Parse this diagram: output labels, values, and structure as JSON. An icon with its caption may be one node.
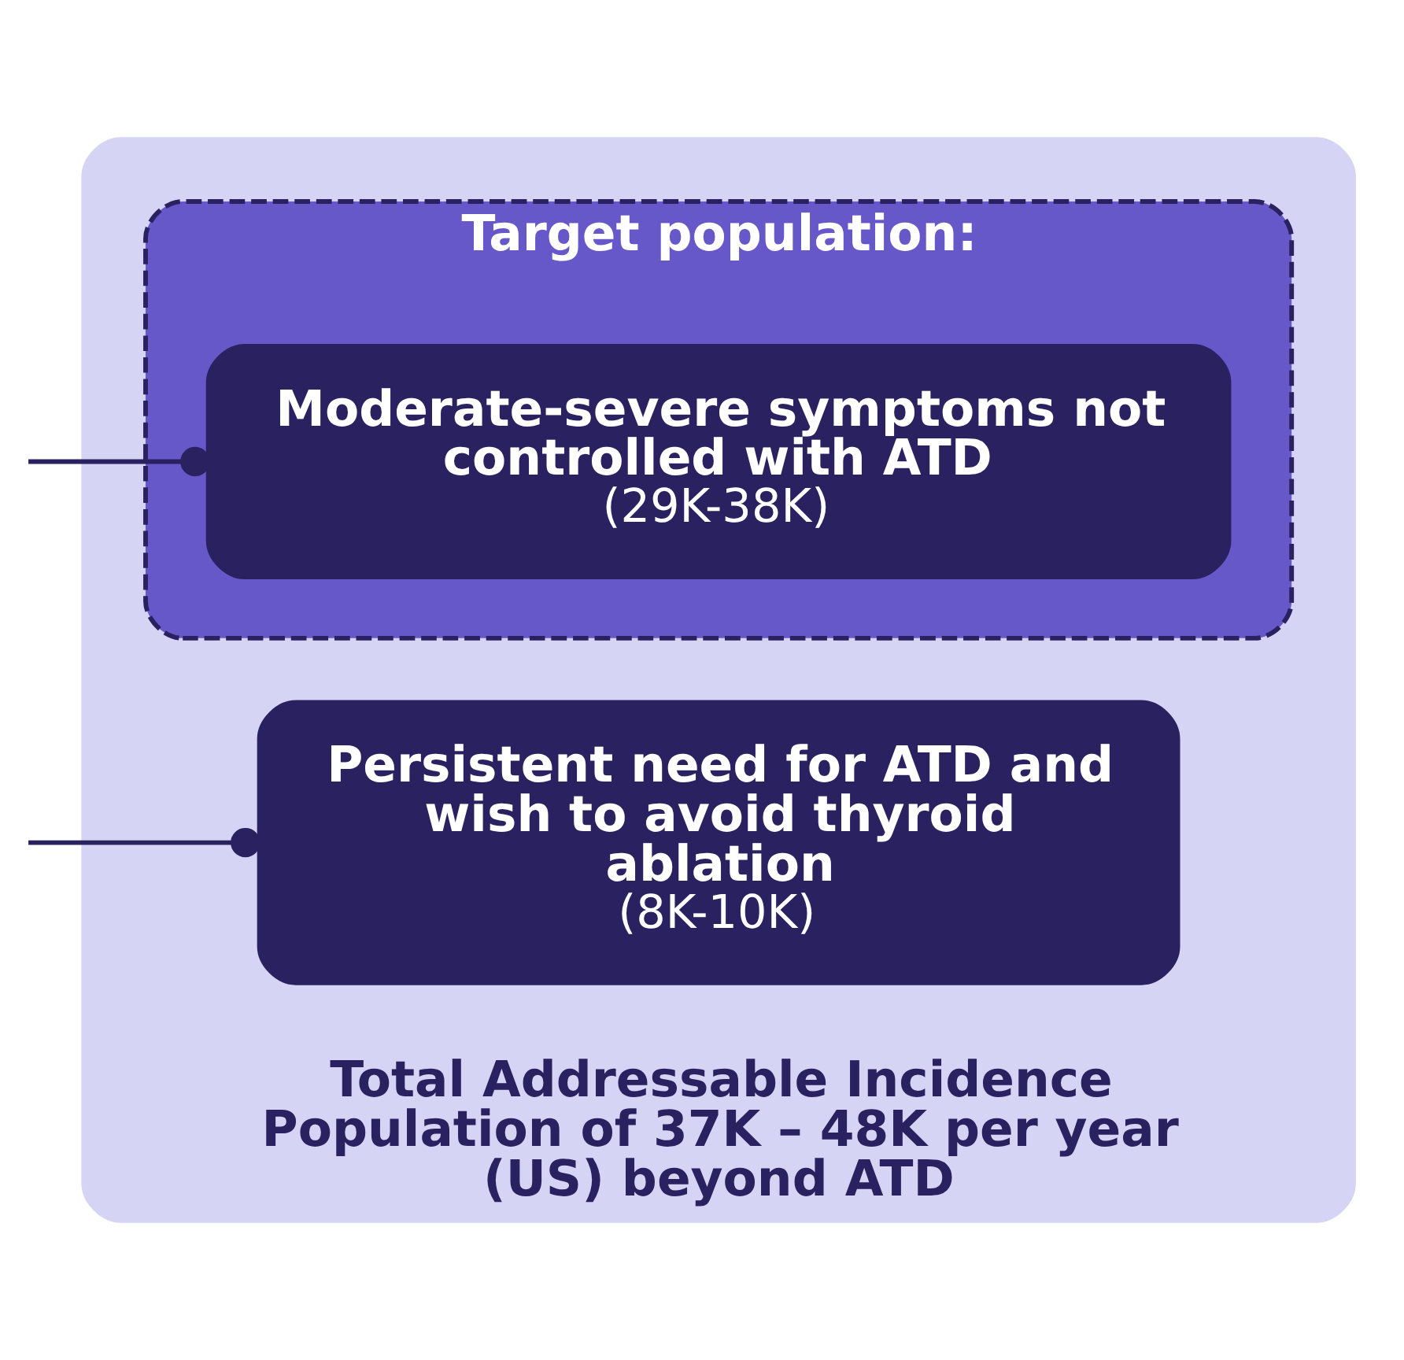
{
  "diagram": {
    "nodes": [
      {
        "text": [
          "Total Addressable Incidence Population of 37K – 48K per year (US) beyond ATD"
        ]
      },
      {
        "text": [
          "Target population:"
        ],
        "in": 0
      },
      {
        "text": [
          "Moderate-severe symptoms not controlled with ATD",
          "(29K-38K)"
        ],
        "in": 1
      },
      {
        "text": [
          "Persistent need for ATD and wish to avoid thyroid ablation",
          "(8K-10K)"
        ],
        "in": 0
      }
    ],
    "edges": [
      {
        "from": null,
        "to": 2,
        "arrow": "other"
      },
      {
        "from": null,
        "to": 3,
        "arrow": "other"
      }
    ]
  }
}
